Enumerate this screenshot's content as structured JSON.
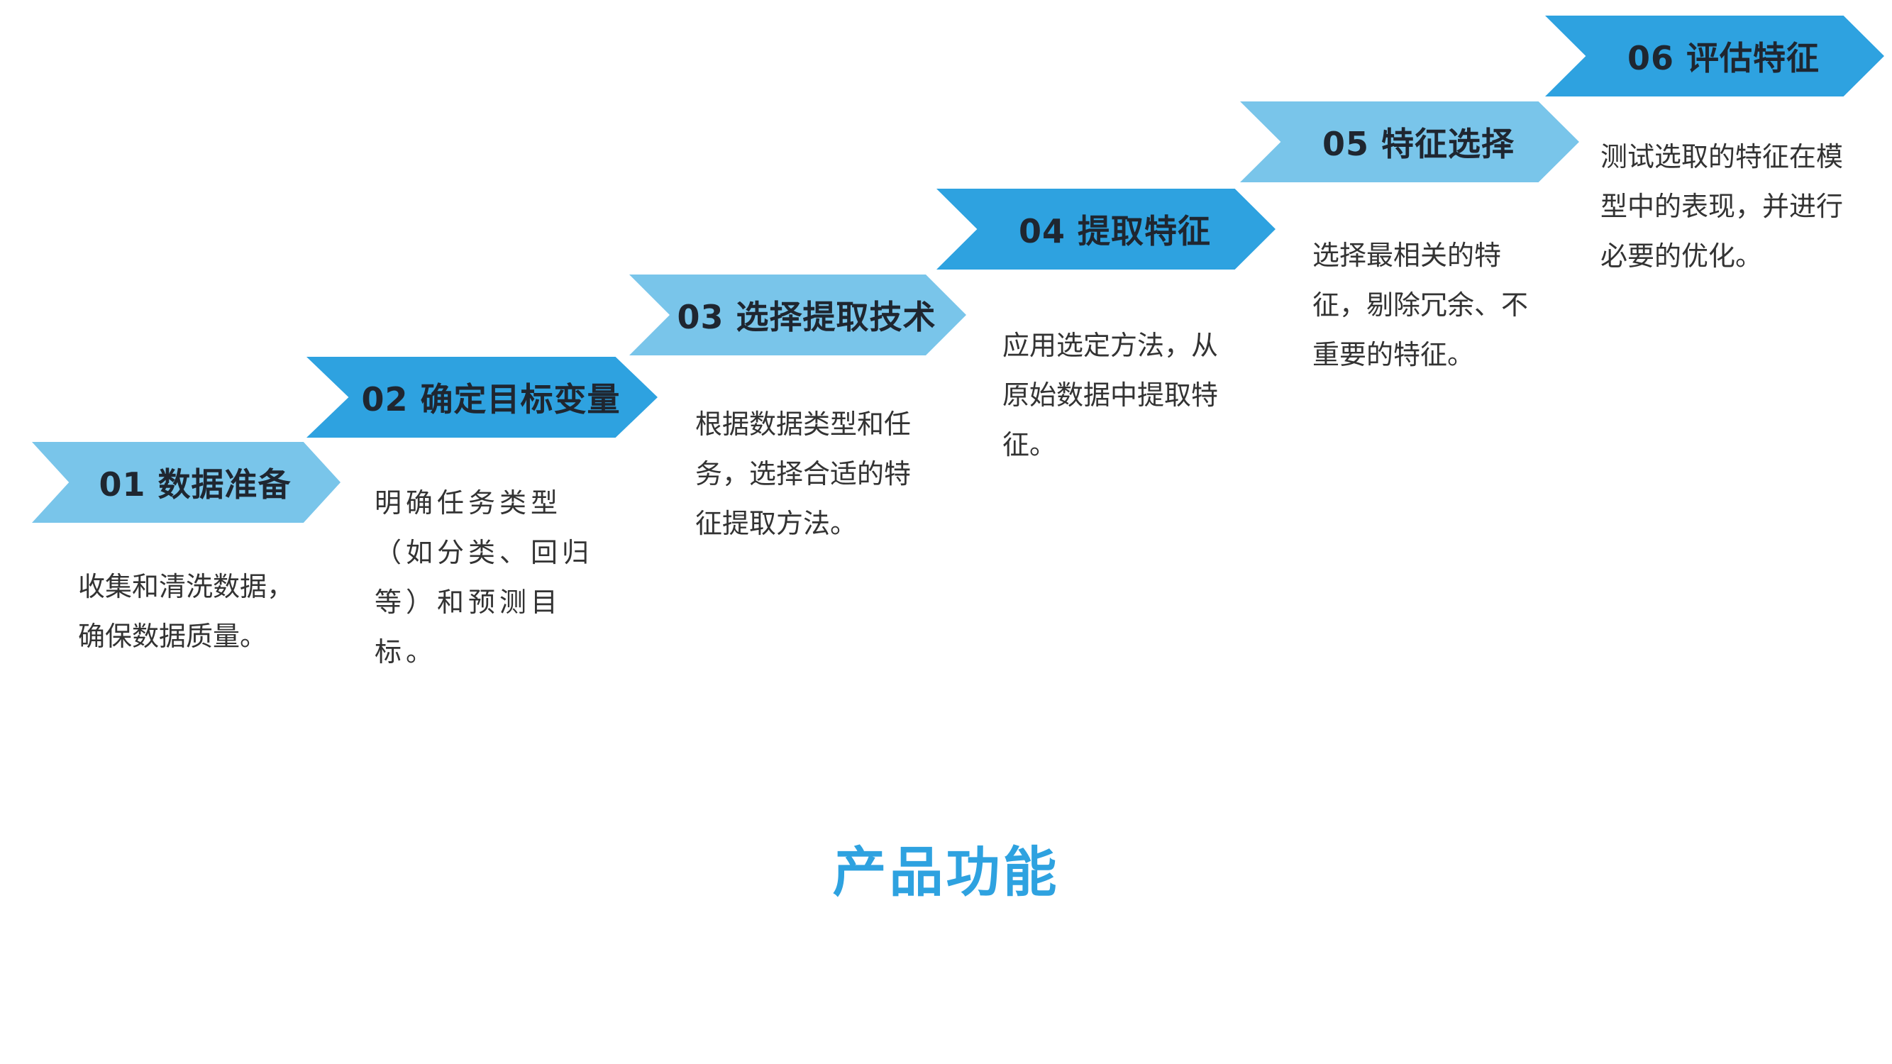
{
  "title": "产品功能",
  "steps": [
    {
      "label": "01 数据准备",
      "desc": "收集和清洗数据，确保数据质量。",
      "color": "#79c5ea"
    },
    {
      "label": "02 确定目标变量",
      "desc": "明确任务类型（如分类、回归等）和预测目标。",
      "color": "#2ea2e0"
    },
    {
      "label": "03 选择提取技术",
      "desc": "根据数据类型和任务，选择合适的特征提取方法。",
      "color": "#79c5ea"
    },
    {
      "label": "04 提取特征",
      "desc": "应用选定方法，从原始数据中提取特征。",
      "color": "#2ea2e0"
    },
    {
      "label": "05 特征选择",
      "desc": "选择最相关的特征，剔除冗余、不重要的特征。",
      "color": "#79c5ea"
    },
    {
      "label": "06 评估特征",
      "desc": "测试选取的特征在模型中的表现，并进行必要的优化。",
      "color": "#2ea2e0"
    }
  ]
}
